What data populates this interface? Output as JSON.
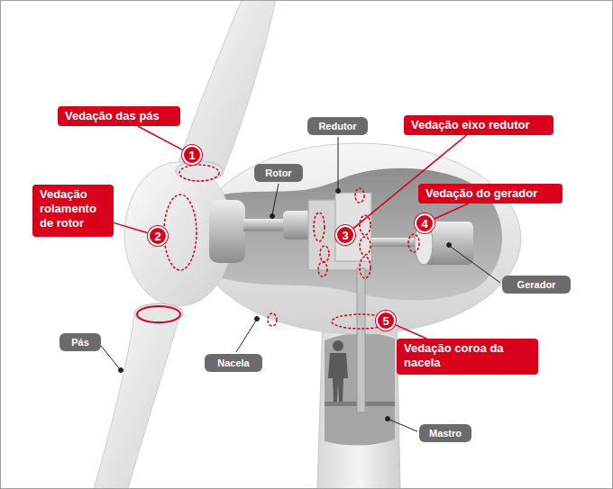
{
  "diagram": {
    "nodes": [
      {
        "text": [
          "Vedação das pás"
        ]
      },
      {
        "text": [
          "1"
        ]
      },
      {
        "text": [
          "Redutor"
        ]
      },
      {
        "text": [
          "Vedação eixo redutor"
        ]
      },
      {
        "text": [
          "Rotor"
        ]
      },
      {
        "text": [
          "Vedação rolamento de rotor"
        ]
      },
      {
        "text": [
          "2"
        ]
      },
      {
        "text": [
          "Vedação do gerador"
        ]
      },
      {
        "text": [
          "4"
        ]
      },
      {
        "text": [
          "3"
        ]
      },
      {
        "text": [
          "Gerador"
        ]
      },
      {
        "text": [
          "5"
        ]
      },
      {
        "text": [
          "Pás"
        ]
      },
      {
        "text": [
          "Nacela"
        ]
      },
      {
        "text": [
          "Vedação coroa da nacela"
        ]
      },
      {
        "text": [
          "Mastro"
        ]
      }
    ],
    "edges": [
      {
        "from": 0,
        "to": 1,
        "arrow": "none"
      },
      {
        "from": 5,
        "to": 6,
        "arrow": "none"
      },
      {
        "from": 9,
        "to": 3,
        "arrow": "none"
      },
      {
        "from": 8,
        "to": 7,
        "arrow": "none"
      },
      {
        "from": 11,
        "to": 14,
        "arrow": "none"
      }
    ]
  }
}
